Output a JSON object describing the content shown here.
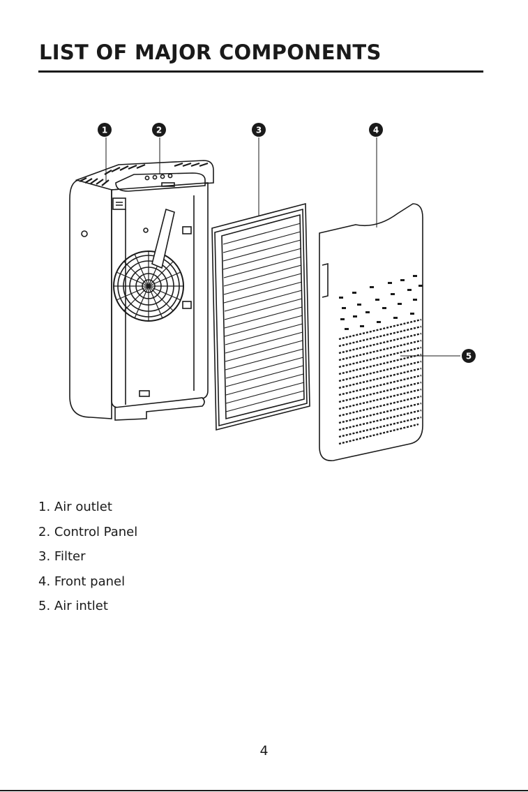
{
  "page": {
    "title": "LIST OF MAJOR COMPONENTS",
    "page_number": "4"
  },
  "diagram": {
    "callouts": [
      "1",
      "2",
      "3",
      "4",
      "5"
    ]
  },
  "components": [
    "1.  Air outlet",
    "2. Control Panel",
    "3. Filter",
    "4. Front panel",
    "5. Air intlet"
  ]
}
